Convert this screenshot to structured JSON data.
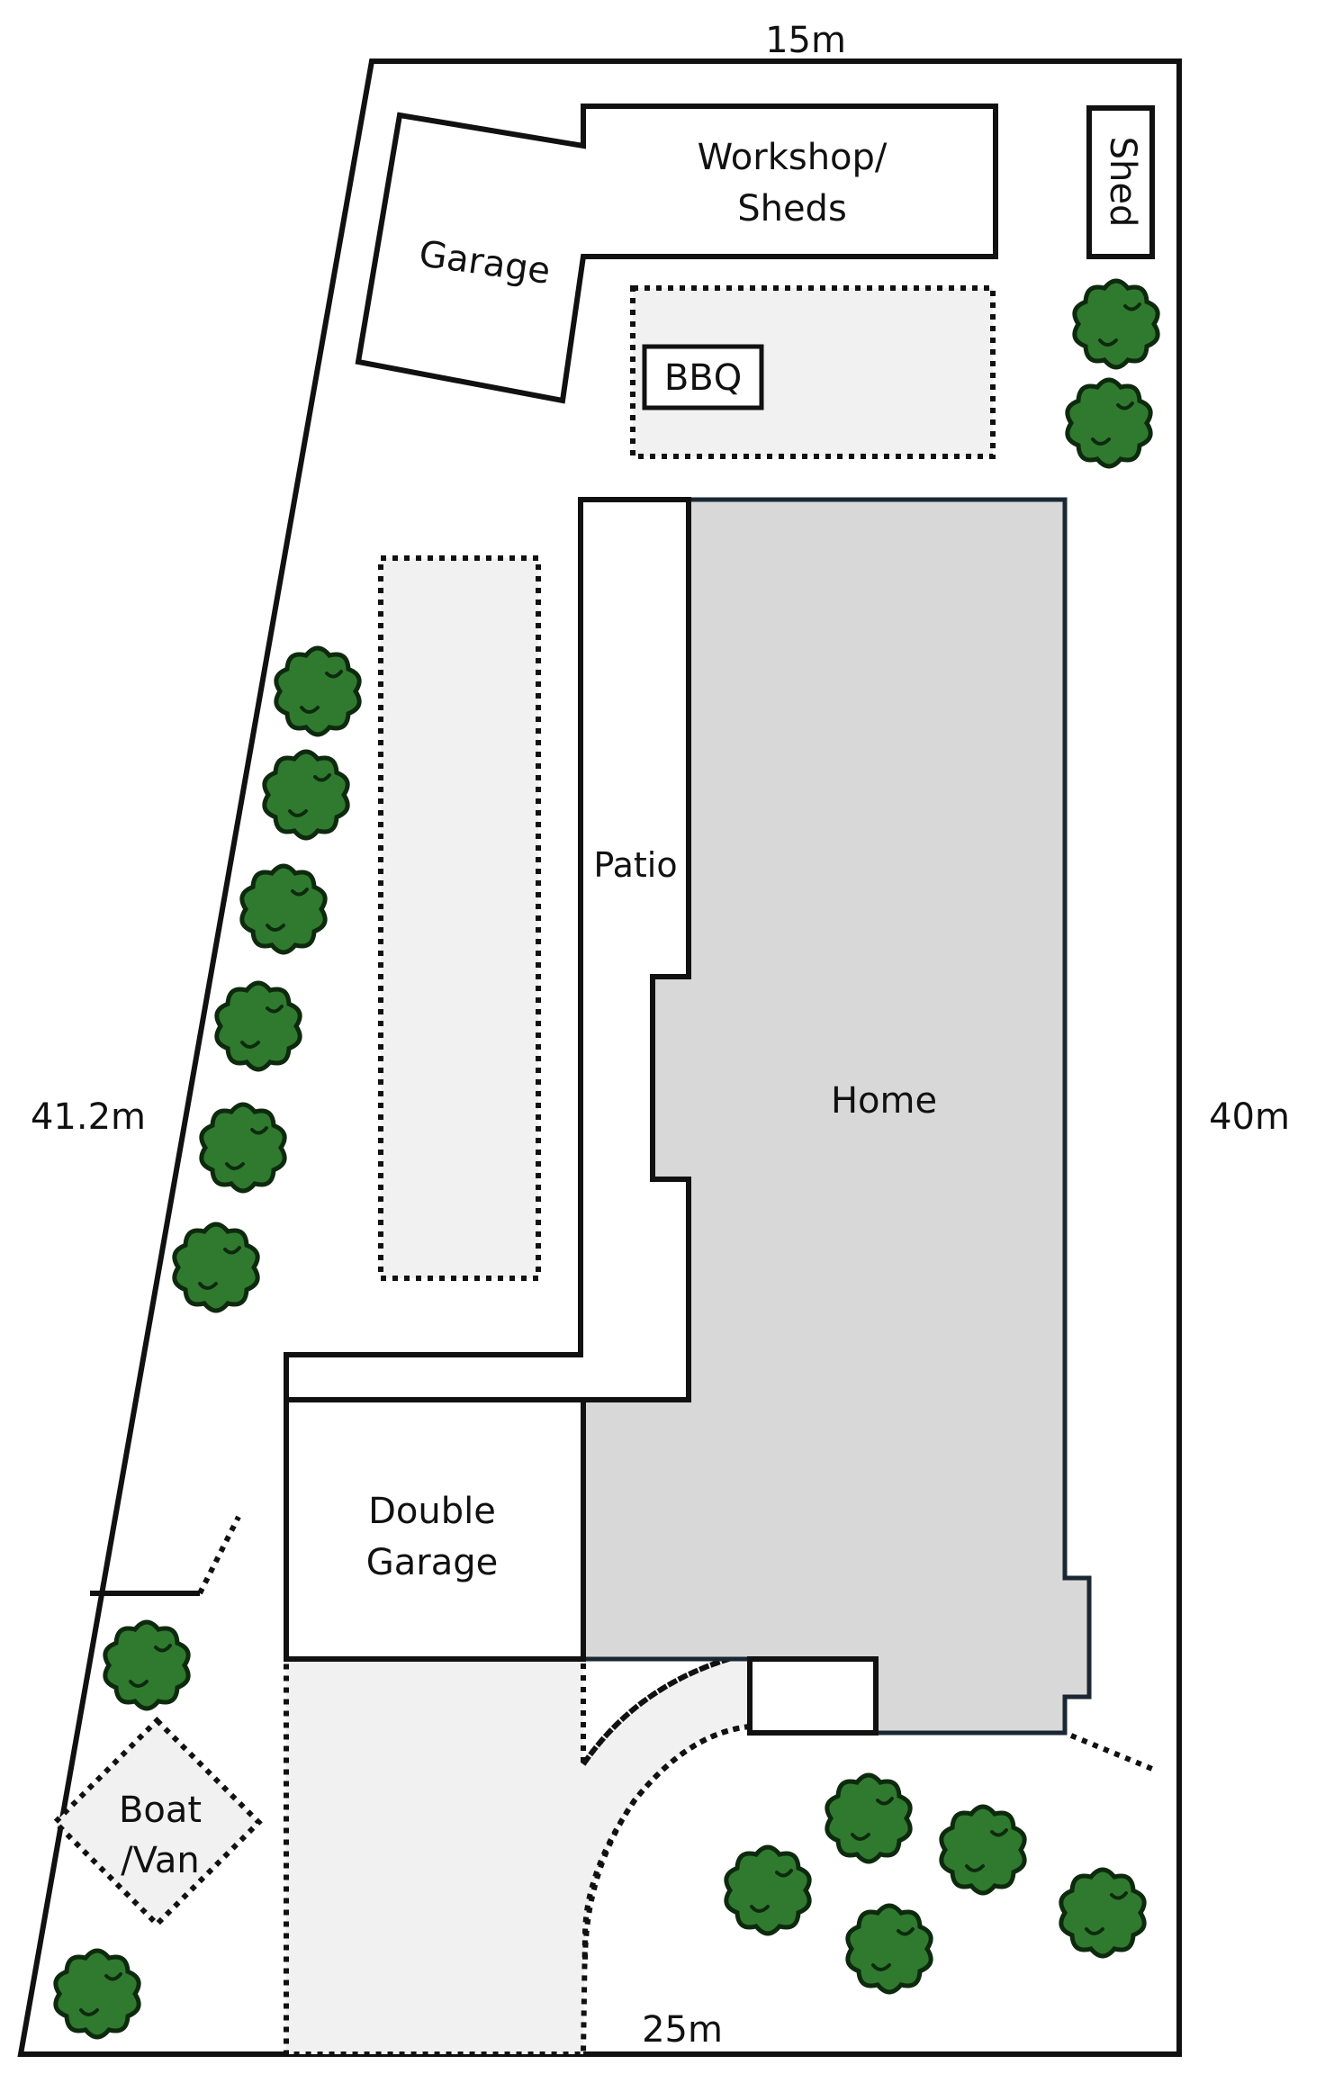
{
  "labels": {
    "top_width": "15m",
    "bottom_width": "25m",
    "left_length": "41.2m",
    "right_length": "40m",
    "garage": "Garage",
    "workshop_line1": "Workshop/",
    "workshop_line2": "Sheds",
    "shed": "Shed",
    "bbq": "BBQ",
    "patio": "Patio",
    "home": "Home",
    "double_garage_line1": "Double",
    "double_garage_line2": "Garage",
    "boat_line1": "Boat",
    "boat_line2": "/Van"
  },
  "colors": {
    "house_fill": "#d8d8d8",
    "paved_fill": "#f1f1f1",
    "tree_fill": "#2f7a2f",
    "line": "#111111"
  },
  "icons": {
    "tree": "tree-icon"
  }
}
